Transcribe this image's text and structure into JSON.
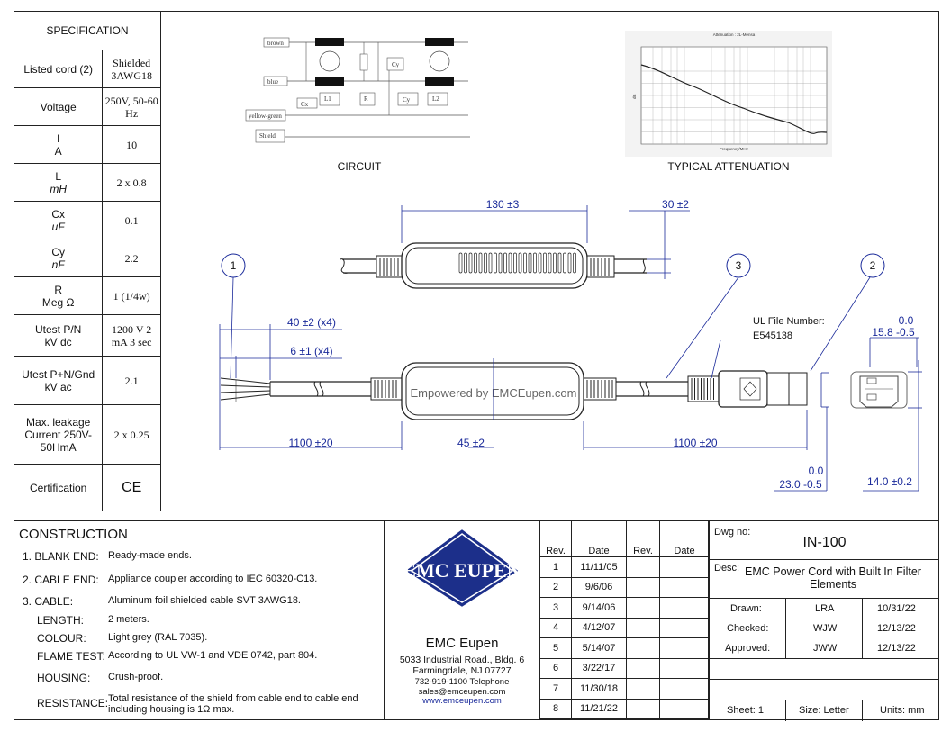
{
  "spec": {
    "header": "SPECIFICATION",
    "rows": [
      {
        "label": "Listed cord (2)",
        "label_sub": "",
        "value": "Shielded 3AWG18"
      },
      {
        "label": "Voltage",
        "label_sub": "",
        "value": "250V, 50-60 Hz"
      },
      {
        "label": "I",
        "label_sub": "A",
        "value": "10"
      },
      {
        "label": "L",
        "label_sub": "mH",
        "value": "2 x 0.8"
      },
      {
        "label": "Cx",
        "label_sub": "uF",
        "value": "0.1"
      },
      {
        "label": "Cy",
        "label_sub": "nF",
        "value": "2.2"
      },
      {
        "label": "R",
        "label_sub": "Meg Ω",
        "value": "1 (1/4w)"
      },
      {
        "label": "Utest P/N",
        "label_sub": "kV dc",
        "value": "1200 V 2 mA 3 sec"
      },
      {
        "label": "Utest P+N/Gnd",
        "label_sub": "kV ac",
        "value": "2.1"
      },
      {
        "label": "Max. leakage Current 250V-50HmA",
        "label_sub": "",
        "value": "2 x 0.25"
      },
      {
        "label": "Certification",
        "label_sub": "",
        "value": "CE"
      }
    ]
  },
  "circuit": {
    "caption": "CIRCUIT",
    "labels": {
      "brown": "brown",
      "blue": "blue",
      "yellow_green": "yellow-green",
      "shield": "Shield",
      "cx": "Cx",
      "l1": "L1",
      "r": "R",
      "cy1": "Cy",
      "cy2": "Cy",
      "l2": "L2"
    }
  },
  "attenuation": {
    "caption": "TYPICAL ATTENUATION",
    "chart_title": "Attenuation : 2L-Mensa",
    "xlabel": "Frequency/MHz",
    "ylabel": "dB"
  },
  "drawing": {
    "dims": {
      "d130": "130 ±3",
      "d30": "30 ±2",
      "d40": "40 ±2 (x4)",
      "d6": "6 ±1 (x4)",
      "d1100a": "1100 ±20",
      "d45": "45 ±2",
      "d1100b": "1100 ±20",
      "d158_top": "0.0",
      "d158": "15.8 -0.5",
      "d23_top": "0.0",
      "d23": "23.0 -0.5",
      "d14": "14.0 ±0.2"
    },
    "callouts": [
      "1",
      "3",
      "2"
    ],
    "ul_label": "UL File Number:",
    "ul_number": "E545138",
    "housing_text": "Empowered by EMCEupen.com"
  },
  "construction": {
    "title": "CONSTRUCTION",
    "rows": [
      {
        "key": "1. BLANK END:",
        "value": "Ready-made ends."
      },
      {
        "key": "2. CABLE END:",
        "value": "Appliance coupler according to IEC 60320-C13."
      },
      {
        "key": "3. CABLE:",
        "value": "Aluminum foil shielded cable SVT 3AWG18."
      },
      {
        "key": "LENGTH:",
        "value": "2 meters."
      },
      {
        "key": "COLOUR:",
        "value": "Light grey (RAL 7035)."
      },
      {
        "key": "FLAME TEST:",
        "value": "According to UL VW-1 and VDE 0742, part 804."
      },
      {
        "key": "HOUSING:",
        "value": "Crush-proof."
      },
      {
        "key": "RESISTANCE:",
        "value": "Total resistance of the shield from cable end to cable end including housing is 1Ω max."
      }
    ]
  },
  "company": {
    "logo_text": "EMC EUPEN",
    "name": "EMC Eupen",
    "addr1": "5033 Industrial Road., Bldg. 6",
    "addr2": "Farmingdale, NJ 07727",
    "phone": "732-919-1100 Telephone",
    "email": "sales@emceupen.com",
    "web": "www.emceupen.com"
  },
  "revisions": {
    "headers": [
      "Rev.",
      "Date",
      "Rev.",
      "Date"
    ],
    "rows": [
      [
        "1",
        "11/11/05"
      ],
      [
        "2",
        "9/6/06"
      ],
      [
        "3",
        "9/14/06"
      ],
      [
        "4",
        "4/12/07"
      ],
      [
        "5",
        "5/14/07"
      ],
      [
        "6",
        "3/22/17"
      ],
      [
        "7",
        "11/30/18"
      ],
      [
        "8",
        "11/21/22"
      ]
    ]
  },
  "titleblock": {
    "dwg_label": "Dwg no:",
    "dwg_no": "IN-100",
    "desc_label": "Desc:",
    "desc": "EMC Power Cord with Built In Filter Elements",
    "drawn_label": "Drawn:",
    "drawn_by": "LRA",
    "drawn_date": "10/31/22",
    "checked_label": "Checked:",
    "checked_by": "WJW",
    "checked_date": "12/13/22",
    "approved_label": "Approved:",
    "approved_by": "JWW",
    "approved_date": "12/13/22",
    "sheet": "Sheet: 1",
    "size": "Size: Letter",
    "units": "Units: mm"
  }
}
